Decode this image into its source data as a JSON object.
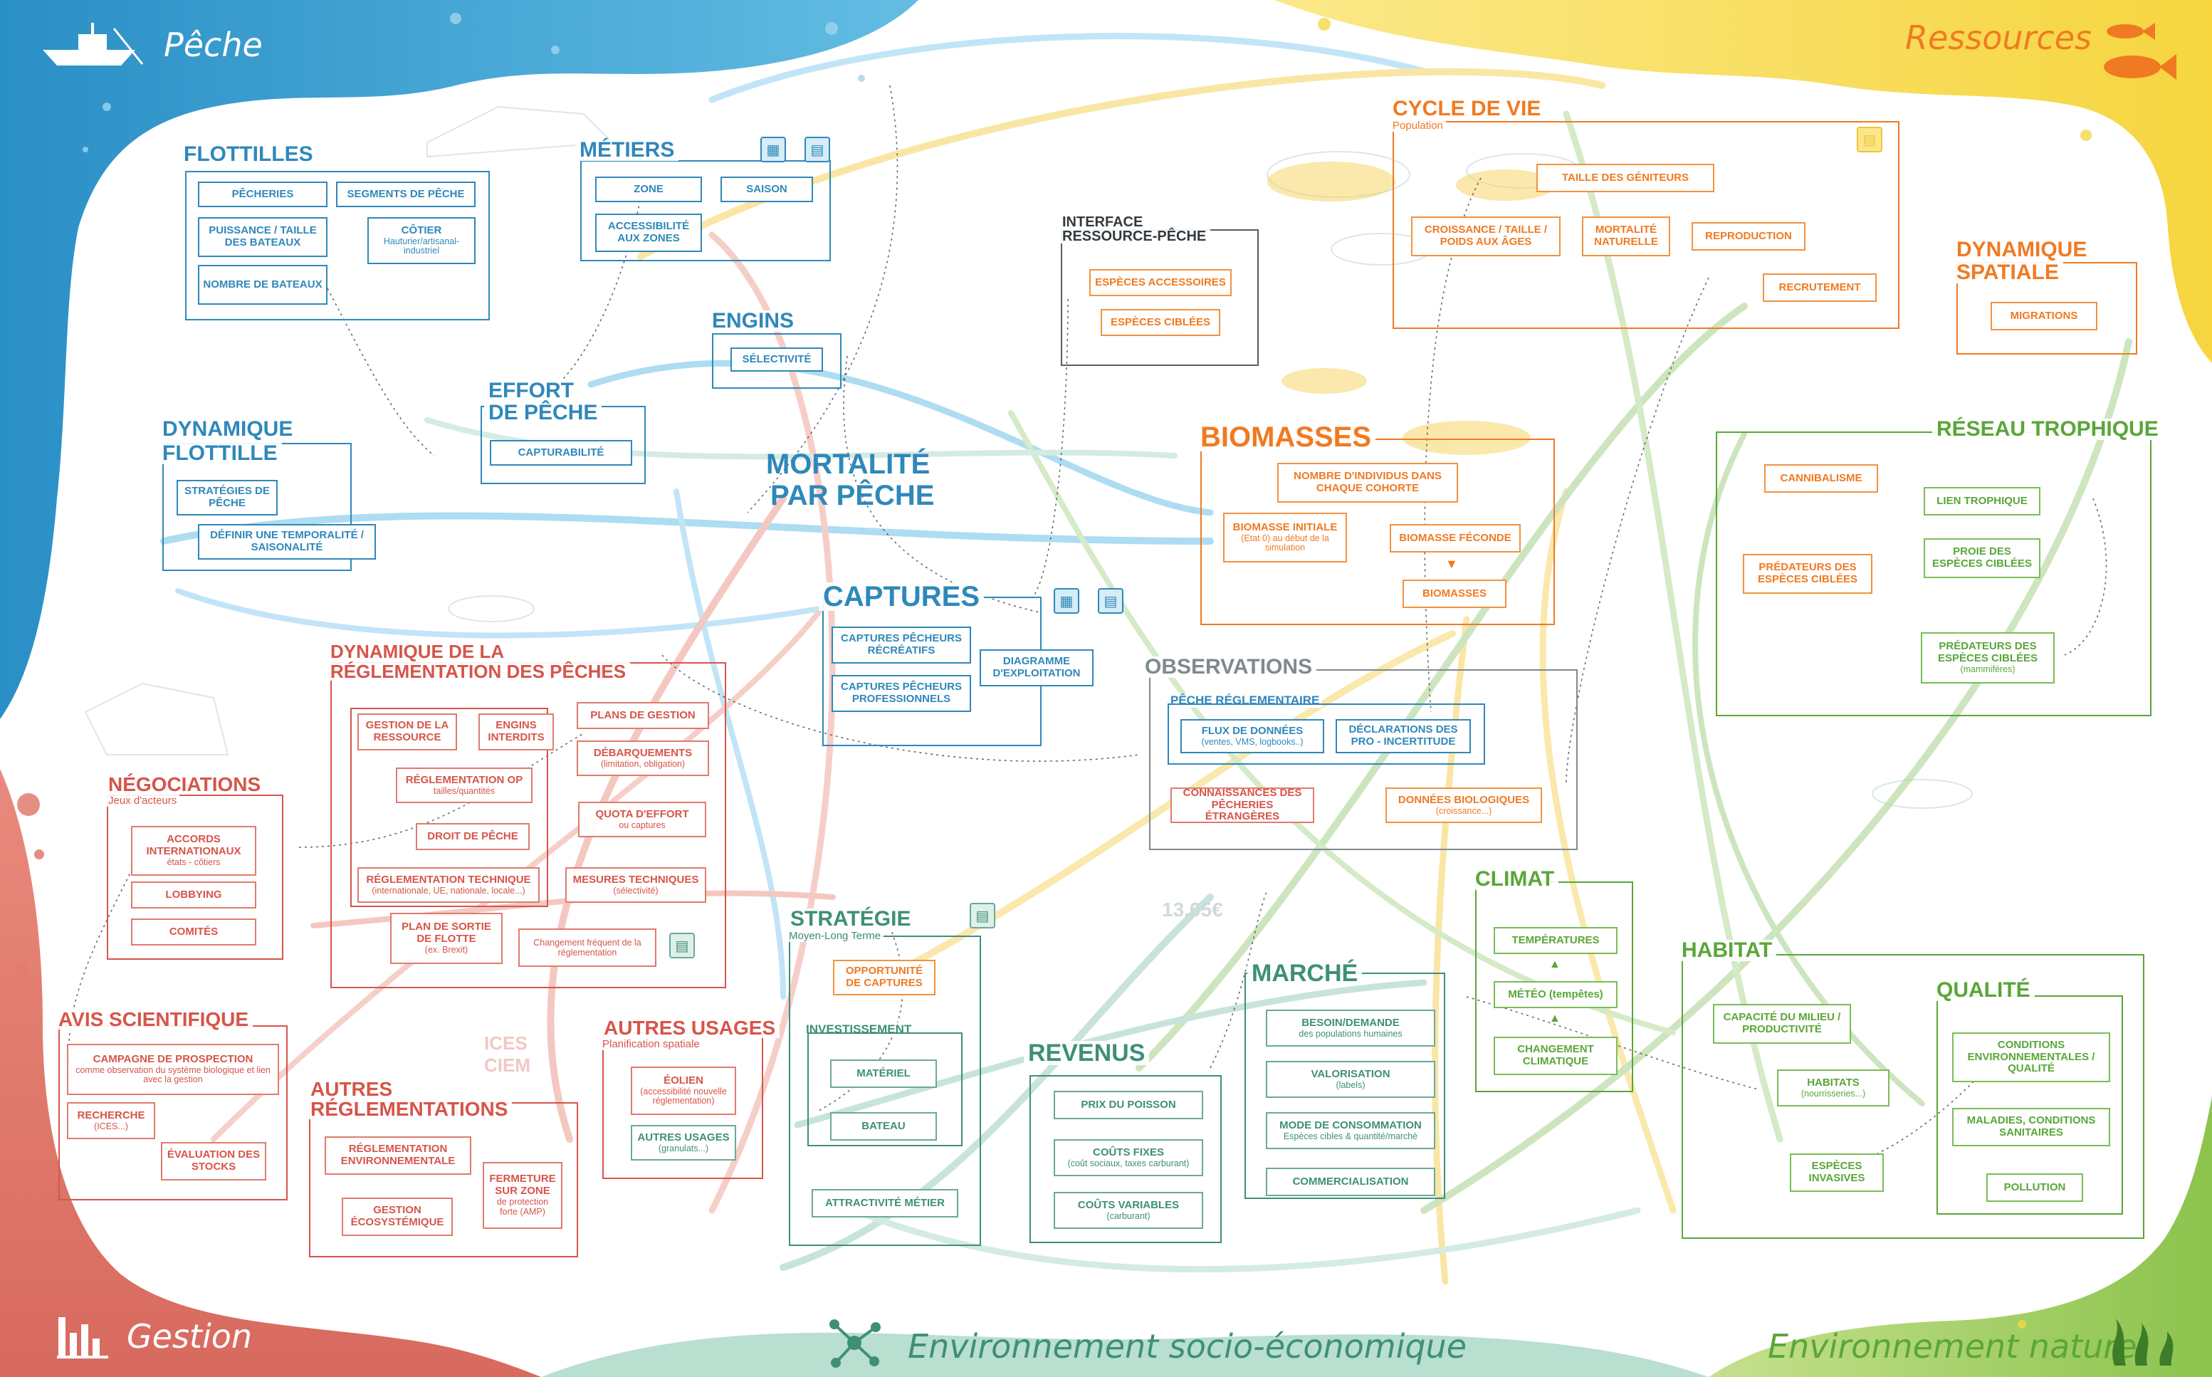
{
  "corners": {
    "peche": "Pêche",
    "ressources": "Ressources",
    "gestion": "Gestion",
    "socio": "Environnement socio-économique",
    "naturel": "Environnement naturel"
  },
  "colors": {
    "peche": "#2c93c8",
    "ressources": "#f6d848",
    "gestion": "#e07b6e",
    "socio": "#a9d7c6",
    "naturel": "#9cc95a",
    "blue": "#2f88ba",
    "red": "#d6554a",
    "orange": "#f07a22",
    "green": "#5aa639",
    "teal": "#3f8f78",
    "grey": "#7f8a8f"
  },
  "flottilles": {
    "title": "FLOTTILLES",
    "pecheries": "PÊCHERIES",
    "segments": "SEGMENTS DE PÊCHE",
    "puissance": "PUISSANCE / TAILLE DES BATEAUX",
    "cotier": "CÔTIER",
    "cotier_note": "Hauturier/artisanal-industriel",
    "nombre": "NOMBRE DE BATEAUX"
  },
  "metiers": {
    "title": "MÉTIERS",
    "zone": "ZONE",
    "saison": "SAISON",
    "accessibilite": "ACCESSIBILITÉ AUX ZONES"
  },
  "engins": {
    "title": "ENGINS",
    "selectivite": "SÉLECTIVITÉ"
  },
  "effort": {
    "title_1": "EFFORT",
    "title_2": "DE PÊCHE",
    "capturabilite": "CAPTURABILITÉ"
  },
  "dynamique_flottille": {
    "title_1": "DYNAMIQUE",
    "title_2": "FLOTTILLE",
    "strategies": "STRATÉGIES DE PÊCHE",
    "temporalite": "DÉFINIR UNE TEMPORALITÉ / SAISONALITÉ"
  },
  "mortalite": {
    "line_1": "MORTALITÉ",
    "line_2": "PAR PÊCHE"
  },
  "captures": {
    "title": "CAPTURES",
    "recreatifs": "CAPTURES PÊCHEURS RÉCRÉATIFS",
    "professionnels": "CAPTURES PÊCHEURS PROFESSIONNELS",
    "diagramme": "DIAGRAMME D'EXPLOITATION"
  },
  "interface": {
    "title_1": "INTERFACE",
    "title_2": "RESSOURCE-PÊCHE",
    "accessoires": "ESPÈCES ACCESSOIRES",
    "ciblees": "ESPÈCES CIBLÉES"
  },
  "cycle": {
    "title": "CYCLE DE VIE",
    "subtitle": "Population",
    "geniteurs": "TAILLE DES GÉNITEURS",
    "croissance": "CROISSANCE / TAILLE / POIDS AUX ÂGES",
    "mortalite_naturelle": "MORTALITÉ NATURELLE",
    "reproduction": "REPRODUCTION",
    "recrutement": "RECRUTEMENT"
  },
  "dyn_spatiale": {
    "title_1": "DYNAMIQUE",
    "title_2": "SPATIALE",
    "migrations": "MIGRATIONS"
  },
  "biomasses": {
    "title": "BIOMASSES",
    "individus": "NOMBRE D'INDIVIDUS DANS CHAQUE COHORTE",
    "initiale": "BIOMASSE INITIALE",
    "initiale_note": "(Etat 0) au début de la simulation",
    "feconde": "BIOMASSE FÉCONDE",
    "biomasses": "BIOMASSES"
  },
  "reseau": {
    "title": "RÉSEAU TROPHIQUE",
    "cannibalisme": "CANNIBALISME",
    "lien": "LIEN TROPHIQUE",
    "proies": "PROIE DES ESPÈCES CIBLÉES",
    "predateurs": "PRÉDATEURS DES ESPÈCES CIBLÉES",
    "predateurs_mam": "PRÉDATEURS DES ESPÈCES CIBLÉES",
    "predateurs_mam_note": "(mammifères)"
  },
  "observations": {
    "title": "OBSERVATIONS",
    "peche_reg": "PÊCHE RÉGLEMENTAIRE",
    "flux": "FLUX DE DONNÉES",
    "flux_note": "(ventes, VMS, logbooks..)",
    "declarations": "DÉCLARATIONS DES PRO - INCERTITUDE",
    "etrangeres": "CONNAISSANCES DES PÊCHERIES ÉTRANGÈRES",
    "biologiques": "DONNÉES BIOLOGIQUES",
    "biologiques_note": "(croissance...)"
  },
  "dyn_reg": {
    "title_1": "DYNAMIQUE DE LA",
    "title_2": "RÉGLEMENTATION DES PÊCHES",
    "gestion_ressource": "GESTION DE LA RESSOURCE",
    "engins_interdits": "ENGINS INTERDITS",
    "plans": "PLANS DE GESTION",
    "debarquements": "DÉBARQUEMENTS",
    "debarquements_note": "(limitation, obligation)",
    "reg_op": "RÉGLEMENTATION OP",
    "reg_op_note": "tailles/quantités",
    "quota": "QUOTA D'EFFORT",
    "quota_note": "ou captures",
    "droit": "DROIT DE PÊCHE",
    "reg_tech": "RÉGLEMENTATION TECHNIQUE",
    "reg_tech_note": "(internationale, UE, nationale, locale...)",
    "mesures": "MESURES TECHNIQUES",
    "mesures_note": "(sélectivité)",
    "plan_sortie": "PLAN DE SORTIE DE FLOTTE",
    "plan_sortie_note": "(ex. Brexit)",
    "changement": "Changement fréquent de la réglementation"
  },
  "negociations": {
    "title": "NÉGOCIATIONS",
    "subtitle": "Jeux d'acteurs",
    "accords": "ACCORDS INTERNATIONAUX",
    "accords_note": "états - côtiers",
    "lobbying": "LOBBYING",
    "comites": "COMITÉS"
  },
  "avis": {
    "title": "AVIS SCIENTIFIQUE",
    "campagne": "CAMPAGNE DE PROSPECTION",
    "campagne_note": "comme observation du système biologique et lien avec la gestion",
    "recherche": "RECHERCHE",
    "recherche_note": "(ICES...)",
    "evaluation": "ÉVALUATION DES STOCKS"
  },
  "autres_reg": {
    "title_1": "AUTRES",
    "title_2": "RÉGLEMENTATIONS",
    "environnementale": "RÉGLEMENTATION ENVIRONNEMENTALE",
    "fermeture": "FERMETURE SUR ZONE",
    "fermeture_note": "de protection forte (AMP)",
    "ecosystemique": "GESTION ÉCOSYSTÉMIQUE"
  },
  "autres_usages": {
    "title": "AUTRES USAGES",
    "subtitle": "Planification spatiale",
    "eolien": "ÉOLIEN",
    "eolien_note": "(accessibilité nouvelle réglementation)",
    "autres": "AUTRES USAGES",
    "autres_note": "(granulats...)"
  },
  "strategie": {
    "title": "STRATÉGIE",
    "subtitle": "Moyen-Long Terme",
    "opportunite": "OPPORTUNITÉ DE CAPTURES",
    "investissement": "INVESTISSEMENT",
    "materiel": "MATÉRIEL",
    "bateau": "BATEAU",
    "attractivite": "ATTRACTIVITÉ MÉTIER"
  },
  "revenus": {
    "title": "REVENUS",
    "prix": "PRIX DU POISSON",
    "fixes": "COÛTS FIXES",
    "fixes_note": "(coût sociaux, taxes carburant)",
    "variables": "COÛTS VARIABLES",
    "variables_note": "(carburant)"
  },
  "marche": {
    "title": "MARCHÉ",
    "besoin": "BESOIN/DEMANDE",
    "besoin_note": "des populations humaines",
    "valorisation": "VALORISATION",
    "valorisation_note": "(labels)",
    "mode": "MODE DE CONSOMMATION",
    "mode_note": "Espèces cibles & quantité/marché",
    "commercialisation": "COMMERCIALISATION"
  },
  "climat": {
    "title": "CLIMAT",
    "temperatures": "TEMPÉRATURES",
    "meteo": "MÉTÉO (tempêtes)",
    "changement": "CHANGEMENT CLIMATIQUE"
  },
  "habitat": {
    "title": "HABITAT",
    "capacite": "CAPACITÉ DU MILIEU / PRODUCTIVITÉ",
    "habitats": "HABITATS",
    "habitats_note": "(nourrisseries...)",
    "invasives": "ESPÈCES INVASIVES"
  },
  "qualite": {
    "title": "QUALITÉ",
    "conditions": "CONDITIONS ENVIRONNEMENTALES / QUALITÉ",
    "maladies": "MALADIES, CONDITIONS SANITAIRES",
    "pollution": "POLLUTION"
  },
  "background_marks": {
    "price": "13,05€",
    "ices": "ICES CIEM"
  },
  "icons": {
    "boat": "boat-icon",
    "fish": "fish-icon",
    "bar_chart": "bar-chart-icon",
    "network": "network-icon",
    "seaweed": "seaweed-icon",
    "map": "map-icon",
    "document": "document-icon"
  }
}
